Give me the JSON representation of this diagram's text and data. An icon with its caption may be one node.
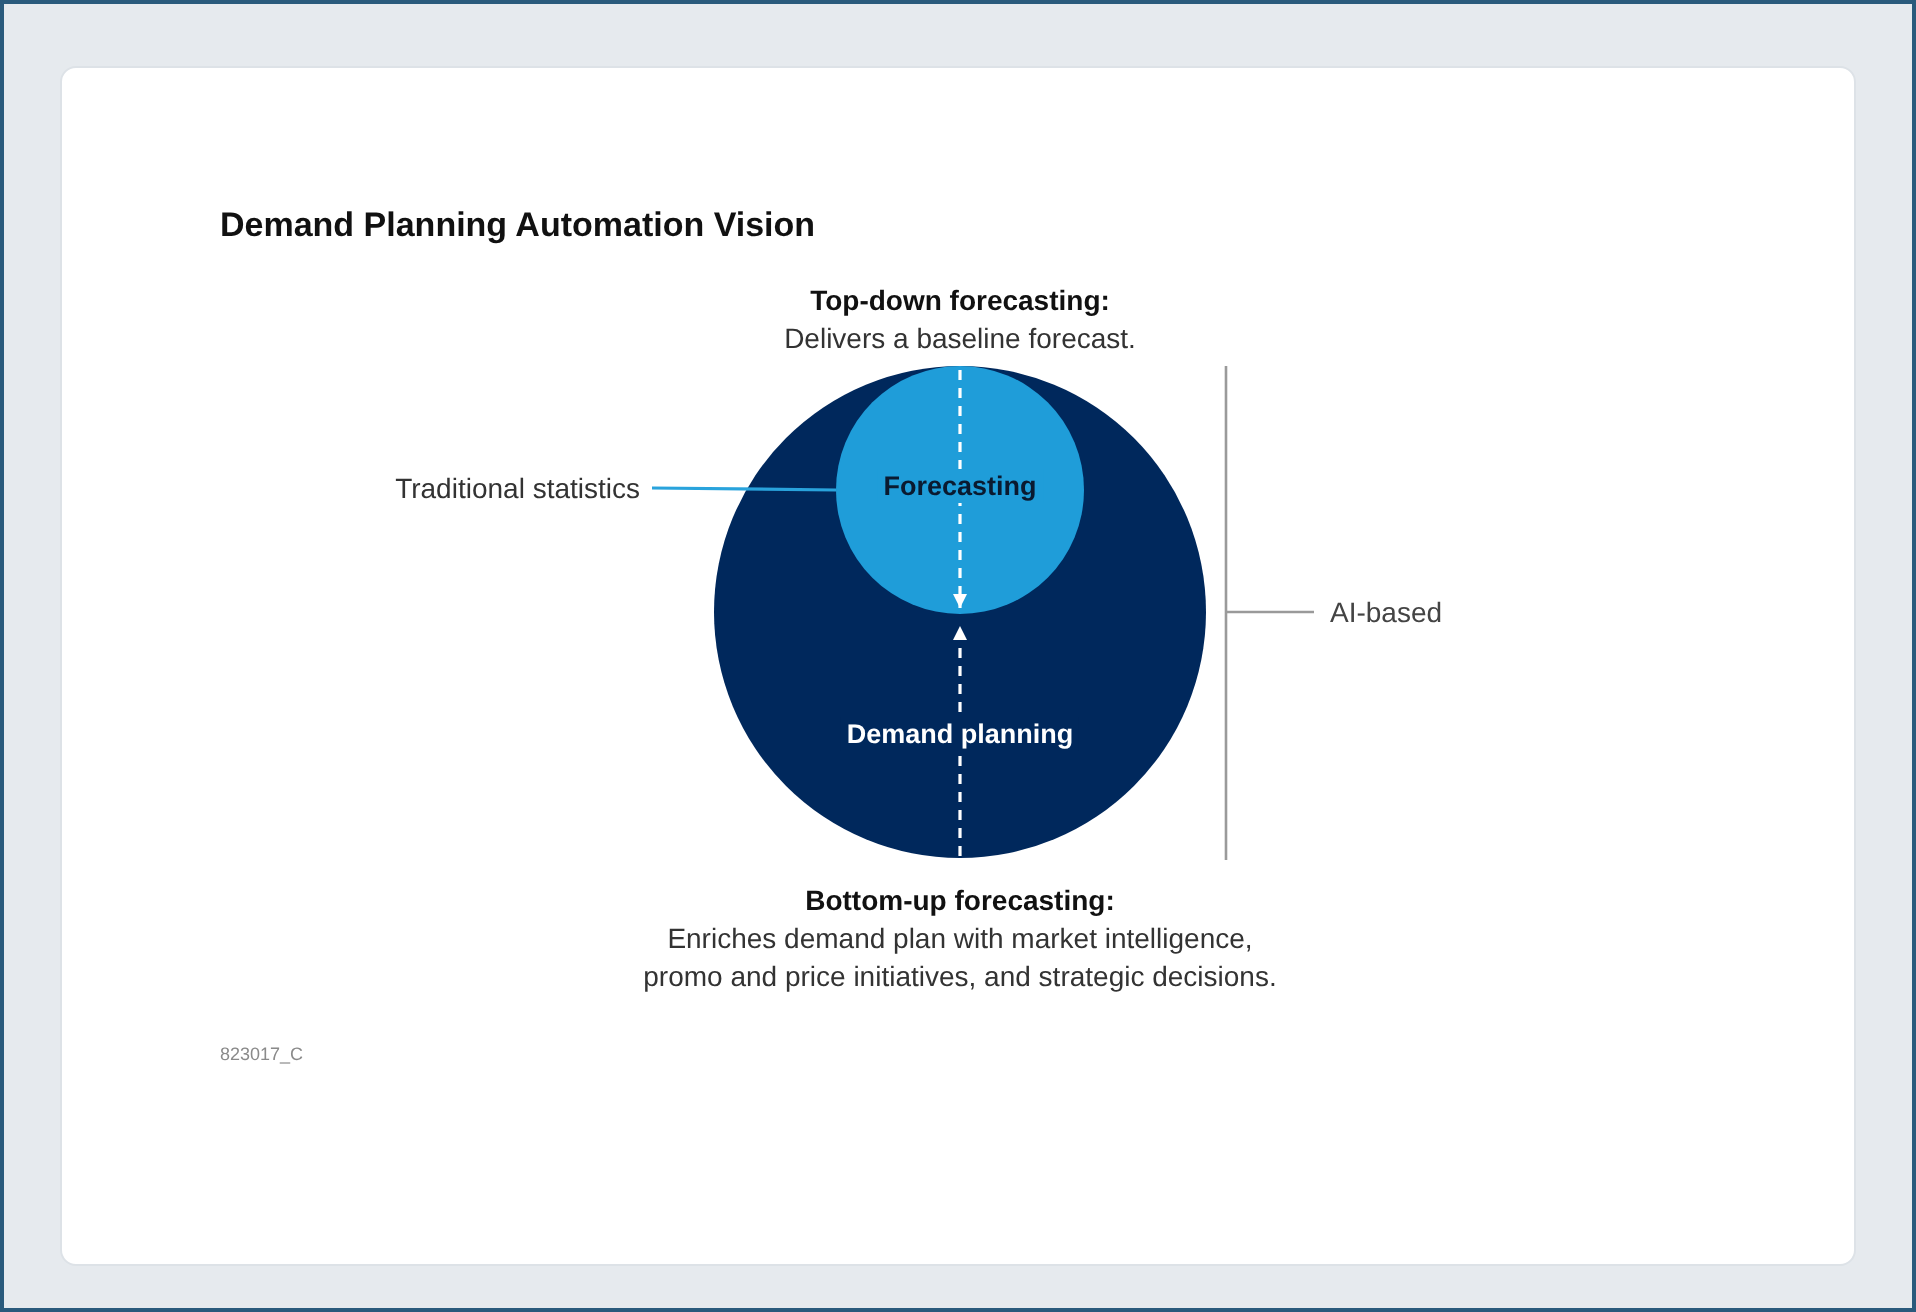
{
  "diagram": {
    "title": "Demand Planning Automation Vision",
    "nodes": [
      {
        "text": [
          "Top-down forecasting:",
          "Delivers a baseline forecast."
        ]
      },
      {
        "text": [
          "Demand planning"
        ]
      },
      {
        "text": [
          "Forecasting"
        ],
        "in": 1
      },
      {
        "text": [
          "Traditional statistics"
        ]
      },
      {
        "text": [
          "Bottom-up forecasting:",
          "Enriches demand plan with market intelligence, promo and price initiatives, and strategic decisions."
        ]
      }
    ],
    "edges": [
      {
        "from": 0,
        "to": 2,
        "arrow": "to",
        "style": "dashed"
      },
      {
        "from": 4,
        "to": 2,
        "arrow": "to",
        "style": "dashed"
      },
      {
        "from": 3,
        "to": 2,
        "arrow": "none",
        "color": "#29a3dc"
      }
    ],
    "labels": [
      "AI-based",
      "823017_C"
    ]
  }
}
